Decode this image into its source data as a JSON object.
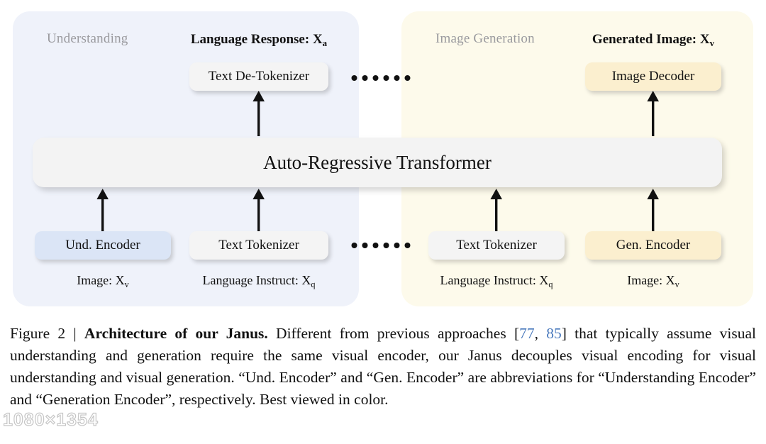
{
  "figure": {
    "panels": [
      {
        "id": "understanding",
        "title": "Understanding",
        "color": "#eff2fa"
      },
      {
        "id": "generation",
        "title": "Image Generation",
        "color": "#fdfaeb"
      }
    ],
    "top_labels": {
      "language_response": "Language Response: X",
      "language_response_sub": "a",
      "generated_image": "Generated Image: X",
      "generated_image_sub": "v"
    },
    "bottom_labels": {
      "image_left": "Image: X",
      "image_left_sub": "v",
      "language_left": "Language Instruct: X",
      "language_left_sub": "q",
      "language_right": "Language Instruct: X",
      "language_right_sub": "q",
      "image_right": "Image: X",
      "image_right_sub": "v"
    },
    "nodes": {
      "text_detokenizer": "Text De-Tokenizer",
      "image_decoder": "Image Decoder",
      "transformer": "Auto-Regressive Transformer",
      "und_encoder": "Und. Encoder",
      "text_tokenizer_left": "Text Tokenizer",
      "text_tokenizer_right": "Text Tokenizer",
      "gen_encoder": "Gen. Encoder"
    },
    "node_colors": {
      "grey": "#f4f4f4",
      "blue": "#dbe5f6",
      "cream": "#fbefcf"
    },
    "ellipsis_dot_count": 6
  },
  "caption": {
    "figure_number": "Figure 2 | ",
    "bold_title": "Architecture of our Janus.",
    "text_part_1": " Different from previous approaches [",
    "citation_1": "77",
    "citation_separator": ", ",
    "citation_2": "85",
    "text_part_2": "] that typically assume visual understanding and generation require the same visual encoder, our Janus decouples visual encoding for visual understanding and visual generation. “Und. Encoder” and “Gen. Encoder” are abbreviations for “Understanding Encoder” and “Generation Encoder”, respectively. Best viewed in color.",
    "citation_color": "#4878bc"
  },
  "watermark": {
    "text": "1080×1354"
  }
}
